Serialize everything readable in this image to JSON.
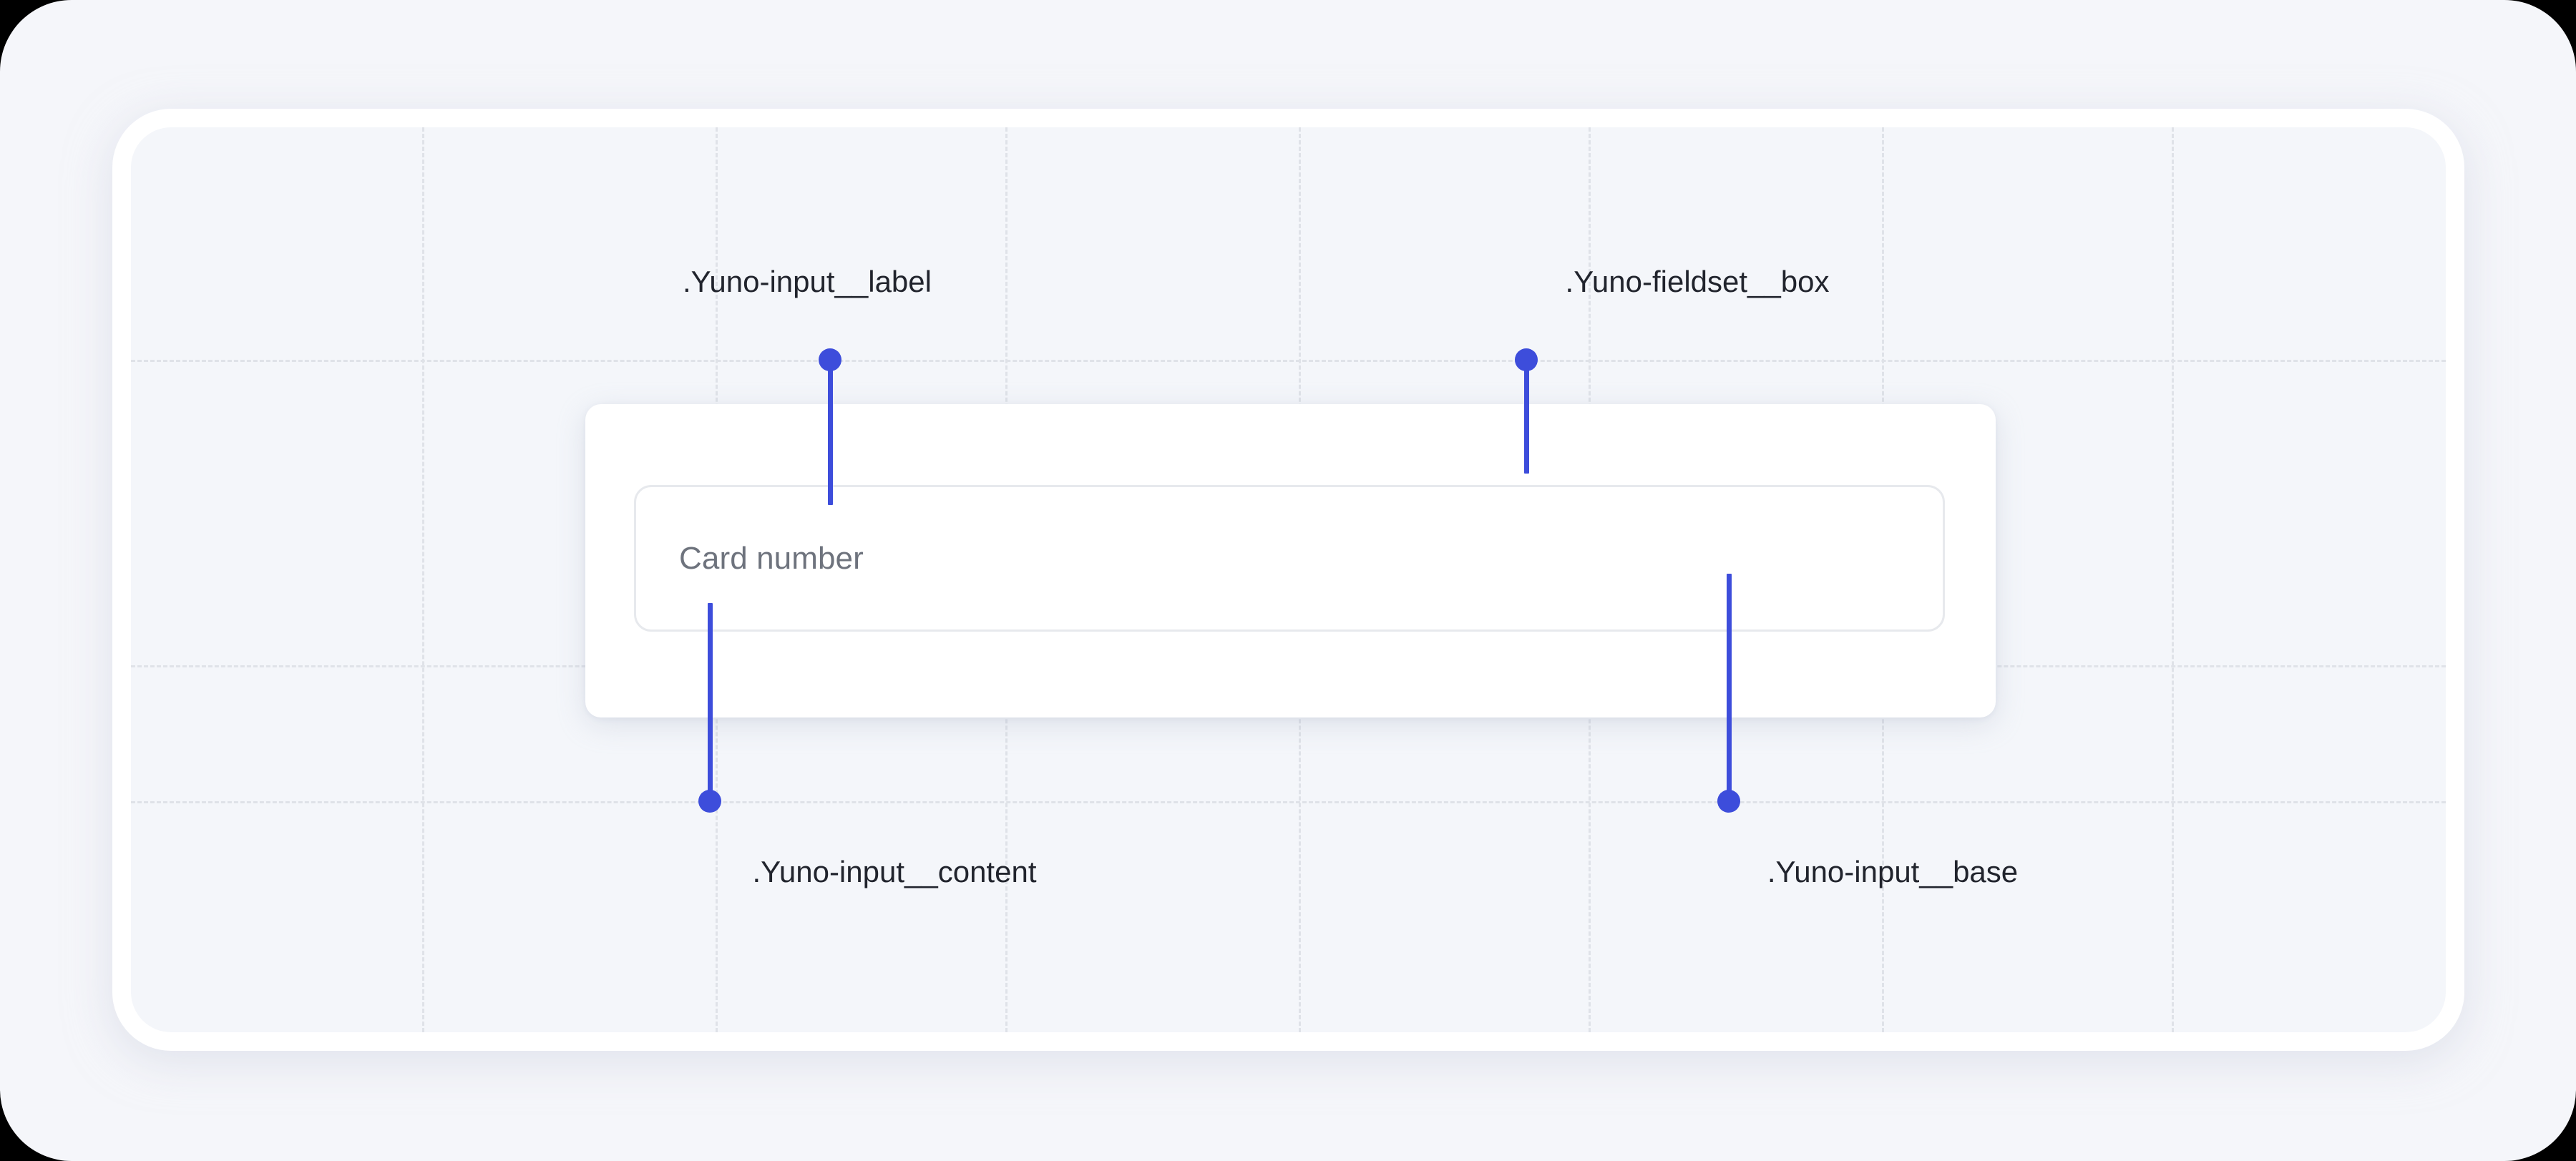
{
  "theme": {
    "accent_color": "#3d4ddb",
    "panel_background": "#f4f6fa",
    "card_background": "#ffffff",
    "grid_line_color": "#dfe2e8",
    "input_border_color": "#e7e9ed",
    "label_text_color": "#21242d",
    "placeholder_text_color": "#6e737d"
  },
  "card": {
    "input": {
      "placeholder": "Card number",
      "value": ""
    }
  },
  "annotations": [
    {
      "id": "input-label",
      "label": ".Yuno-input__label",
      "position": "top-left"
    },
    {
      "id": "fieldset-box",
      "label": ".Yuno-fieldset__box",
      "position": "top-right"
    },
    {
      "id": "input-content",
      "label": ".Yuno-input__content",
      "position": "bottom-left"
    },
    {
      "id": "input-base",
      "label": ".Yuno-input__base",
      "position": "bottom-right"
    }
  ]
}
